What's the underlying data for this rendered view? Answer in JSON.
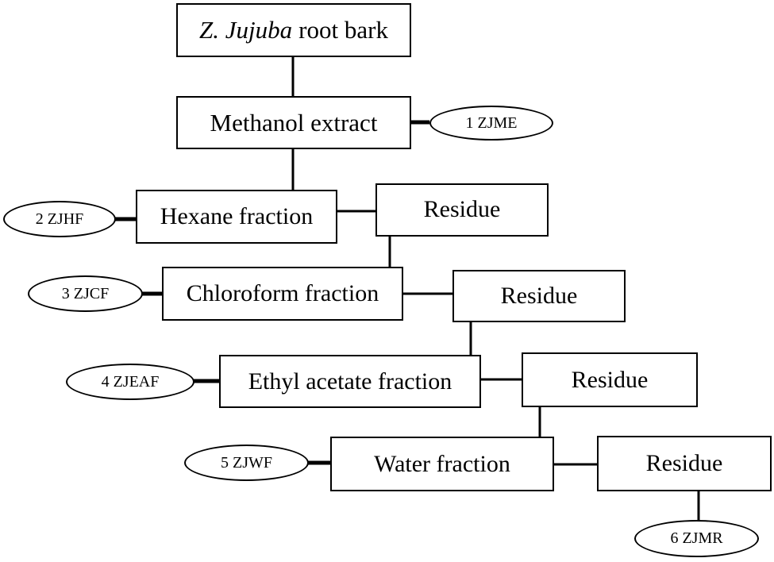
{
  "nodes": {
    "root": {
      "italic_part": "Z. Jujuba",
      "rest": "root bark"
    },
    "methanol": "Methanol extract",
    "hexane": "Hexane fraction",
    "chloroform": "Chloroform fraction",
    "ethyl": "Ethyl acetate fraction",
    "water": "Water fraction",
    "residue_1": "Residue",
    "residue_2": "Residue",
    "residue_3": "Residue",
    "residue_4": "Residue"
  },
  "labels": {
    "zjme": "1 ZJME",
    "zjhf": "2 ZJHF",
    "zjcf": "3 ZJCF",
    "zjeaf": "4 ZJEAF",
    "zjwf": "5 ZJWF",
    "zjmr": "6 ZJMR"
  }
}
